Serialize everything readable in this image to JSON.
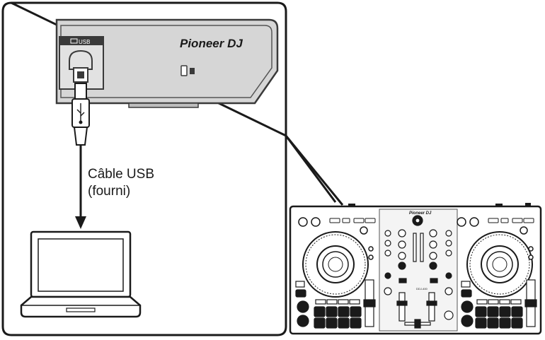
{
  "device_panel": {
    "port_label": "USB",
    "brand": "Pioneer DJ"
  },
  "cable": {
    "label_line1": "Câble USB",
    "label_line2": "(fourni)"
  },
  "controller": {
    "brand": "Pioneer DJ",
    "model": "DDJ-400"
  },
  "colors": {
    "panel_fill": "#d6d6d6",
    "panel_stroke": "#3a3a3a",
    "line": "#1a1a1a"
  }
}
